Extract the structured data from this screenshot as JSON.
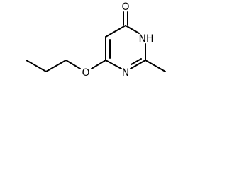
{
  "molecule": {
    "atoms": {
      "carbonyl_oxygen": "O",
      "ring_nh": "NH",
      "ring_n": "N",
      "ether_oxygen": "O"
    }
  },
  "colors": {
    "bond": "#000000",
    "label": "#000000",
    "background": "#ffffff"
  }
}
